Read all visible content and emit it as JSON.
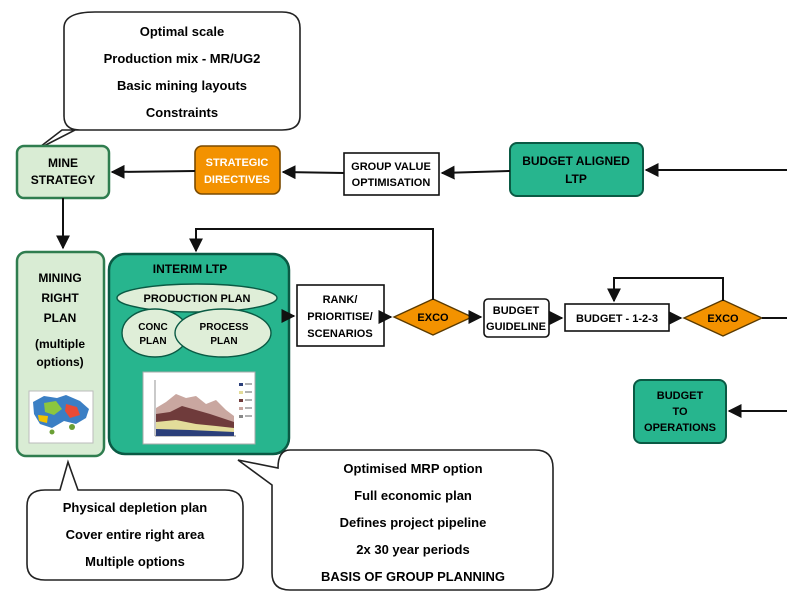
{
  "callout_top": {
    "lines": [
      "Optimal scale",
      "Production mix - MR/UG2",
      "Basic mining layouts",
      "Constraints"
    ]
  },
  "callout_bottom_left": {
    "lines": [
      "Physical depletion plan",
      "Cover entire right area",
      "Multiple options"
    ]
  },
  "callout_bottom_right": {
    "lines": [
      "Optimised MRP option",
      "Full economic plan",
      "Defines project pipeline",
      "2x 30 year periods",
      "BASIS OF GROUP PLANNING"
    ]
  },
  "mine_strategy": {
    "line1": "MINE",
    "line2": "STRATEGY"
  },
  "strategic_directives": {
    "line1": "STRATEGIC",
    "line2": "DIRECTIVES"
  },
  "group_value": {
    "line1": "GROUP VALUE",
    "line2": "OPTIMISATION"
  },
  "budget_aligned": {
    "line1": "BUDGET ALIGNED",
    "line2": "LTP"
  },
  "mining_right_plan": {
    "lines": [
      "MINING",
      "RIGHT",
      "PLAN",
      "",
      "(multiple",
      "options)"
    ]
  },
  "interim_ltp": {
    "title": "INTERIM LTP",
    "production_plan": "PRODUCTION PLAN",
    "conc_plan": {
      "line1": "CONC",
      "line2": "PLAN"
    },
    "process_plan": {
      "line1": "PROCESS",
      "line2": "PLAN"
    }
  },
  "rank": {
    "lines": [
      "RANK/",
      "PRIORITISE/",
      "SCENARIOS"
    ]
  },
  "exco_1": "EXCO",
  "budget_guideline": {
    "line1": "BUDGET",
    "line2": "GUIDELINE"
  },
  "budget_123": "BUDGET - 1-2-3",
  "exco_2": "EXCO",
  "budget_ops": {
    "lines": [
      "BUDGET",
      "TO",
      "OPERATIONS"
    ]
  },
  "colors": {
    "light_green_fill": "#d9ecd4",
    "light_green_stroke": "#2f7d4f",
    "teal_fill": "#27b58e",
    "teal_dark": "#0a7a5d",
    "orange_fill": "#f39200",
    "ellipse_fill": "#dfeed8",
    "map_blue": "#3b7fc4"
  },
  "icons": {
    "mine_map": "mine-map-thumbnail-icon",
    "interim_chart": "production-area-chart-icon"
  }
}
